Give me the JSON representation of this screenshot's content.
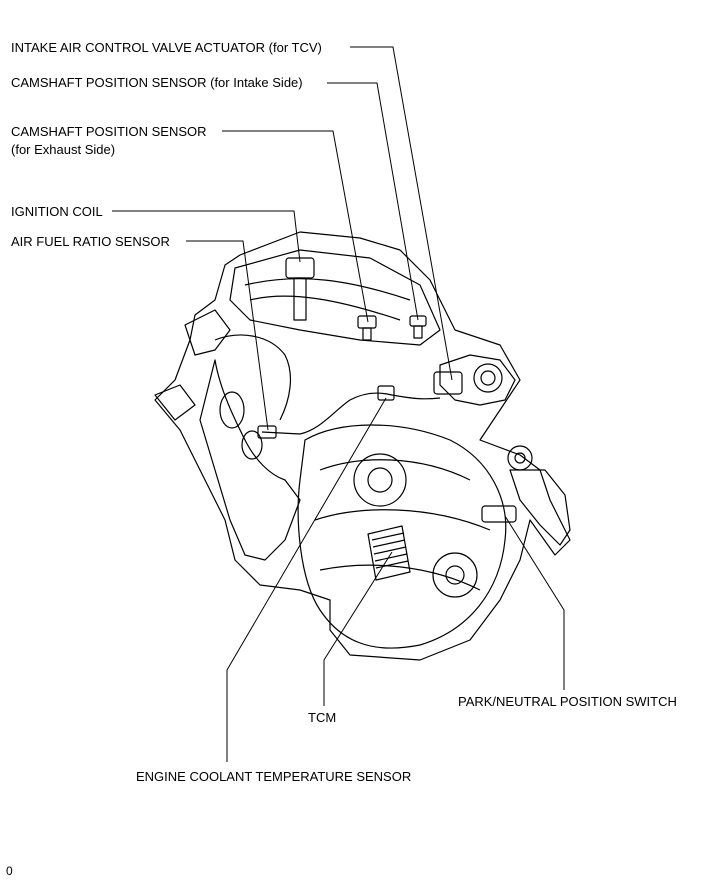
{
  "labels": {
    "intake_valve_actuator": "INTAKE AIR CONTROL VALVE ACTUATOR (for TCV)",
    "cam_sensor_intake": "CAMSHAFT POSITION SENSOR (for Intake Side)",
    "cam_sensor_exhaust_line1": "CAMSHAFT POSITION SENSOR",
    "cam_sensor_exhaust_line2": "(for Exhaust Side)",
    "ignition_coil": "IGNITION COIL",
    "air_fuel_ratio_sensor": "AIR FUEL RATIO SENSOR",
    "park_neutral_switch": "PARK/NEUTRAL POSITION SWITCH",
    "tcm": "TCM",
    "coolant_temp_sensor": "ENGINE COOLANT TEMPERATURE SENSOR"
  },
  "footer_code": "0"
}
